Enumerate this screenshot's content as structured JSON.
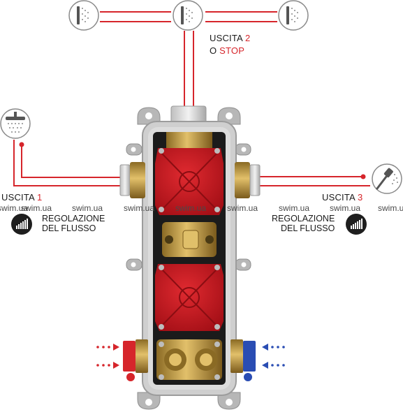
{
  "outlets": {
    "out2": {
      "label": "USCITA",
      "num": "2",
      "or": "O",
      "stop": "STOP"
    },
    "out1": {
      "label": "USCITA",
      "num": "1"
    },
    "out3": {
      "label": "USCITA",
      "num": "3"
    }
  },
  "flow": {
    "left": {
      "line1": "REGOLAZIONE",
      "line2": "DEL FLUSSO"
    },
    "right": {
      "line1": "REGOLAZIONE",
      "line2": "DEL FLUSSO"
    }
  },
  "watermarks": [
    "swim.ua",
    "swim.ua",
    "swim.ua",
    "swim.ua",
    "swim.ua",
    "swim.ua",
    "swim.ua",
    "swim.ua"
  ],
  "icons": {
    "top_left": "head-shower-icon",
    "top_center": "head-shower-icon",
    "top_right": "head-shower-icon",
    "left": "overhead-shower-icon",
    "right": "hand-shower-icon",
    "flow": "flow-regulation-icon"
  },
  "colors": {
    "accent": "#d6252b",
    "cold": "#2a4db3",
    "hot": "#d6252b",
    "cap": "#c8161e",
    "brass": "#c9a24a"
  }
}
